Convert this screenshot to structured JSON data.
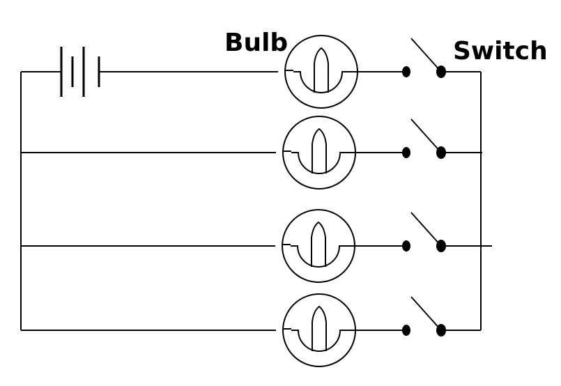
{
  "labels": {
    "bulb": "Bulb",
    "switch": "Switch"
  },
  "circuit": {
    "branch_count": 4,
    "components": [
      "battery",
      "bulb",
      "switch"
    ],
    "switch_state": "open",
    "wire_color": "#000000",
    "background_color": "#ffffff"
  }
}
